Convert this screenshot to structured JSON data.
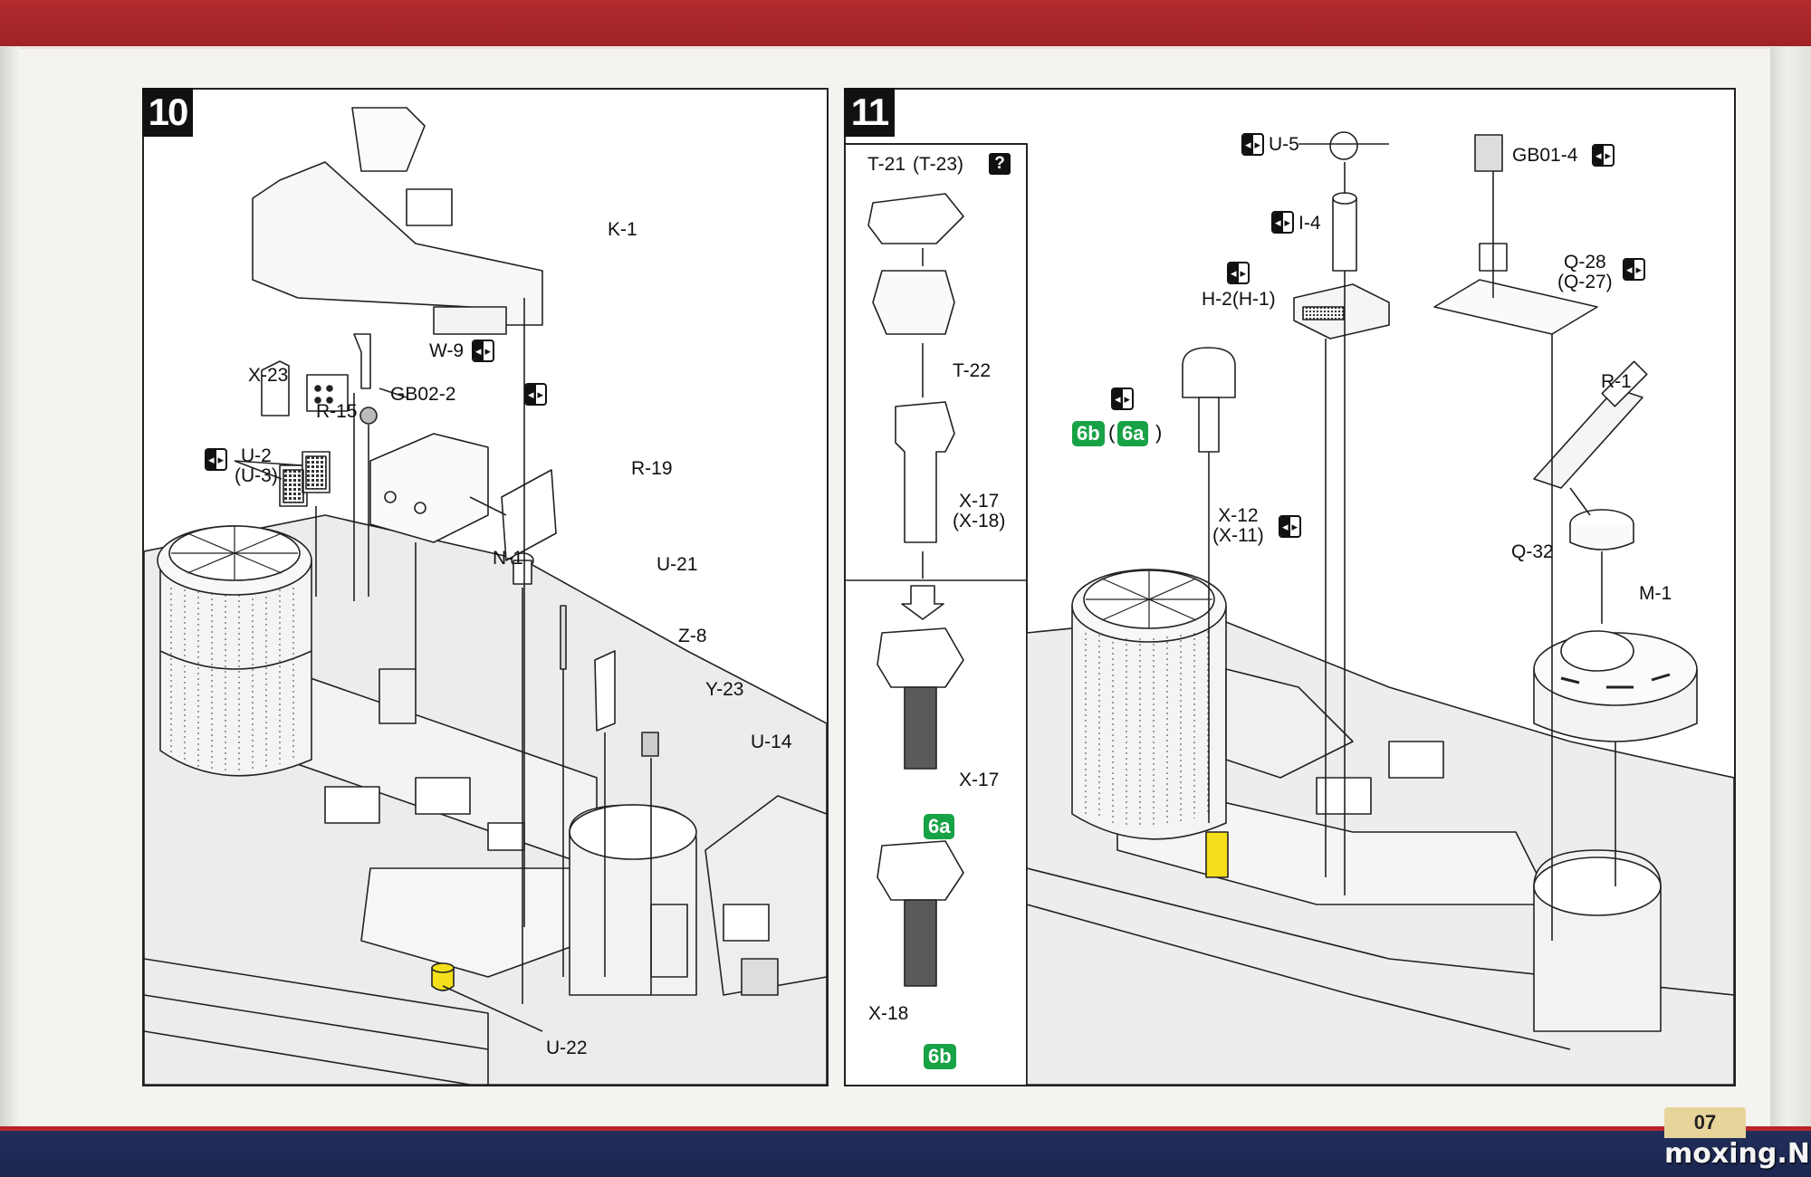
{
  "step10": {
    "number": "10",
    "labels": {
      "k1": "K-1",
      "w9": "W-9",
      "x23": "X-23",
      "r15": "R-15",
      "gb022": "GB02-2",
      "u2": "U-2",
      "u3": "(U-3)",
      "r19": "R-19",
      "n1": "N-1",
      "u21": "U-21",
      "z8": "Z-8",
      "y23": "Y-23",
      "u14": "U-14",
      "u22": "U-22"
    }
  },
  "step11": {
    "number": "11",
    "labels": {
      "t21": "T-21",
      "t23": "(T-23)",
      "question": "?",
      "t22": "T-22",
      "x17": "X-17",
      "x18paren": "(X-18)",
      "x17b": "X-17",
      "pill6a": "6a",
      "x18": "X-18",
      "pill6b": "6b",
      "u5": "U-5",
      "i4": "I-4",
      "h2": "H-2(H-1)",
      "pill6b2": "6b",
      "pill6a2": "6a",
      "x12": "X-12",
      "x11": "(X-11)",
      "gb014": "GB01-4",
      "q28": "Q-28",
      "q27": "(Q-27)",
      "r1": "R-1",
      "q32": "Q-32",
      "m1": "M-1"
    }
  },
  "colors": {
    "top_band": "#b32c2e",
    "bottom_band": "#23305c",
    "highlight_yellow": "#f3e01a",
    "green_pill": "#17a245",
    "dark_part": "#5a5a5a"
  },
  "footer": {
    "page_number": "07",
    "watermark": "moxing.NET"
  }
}
